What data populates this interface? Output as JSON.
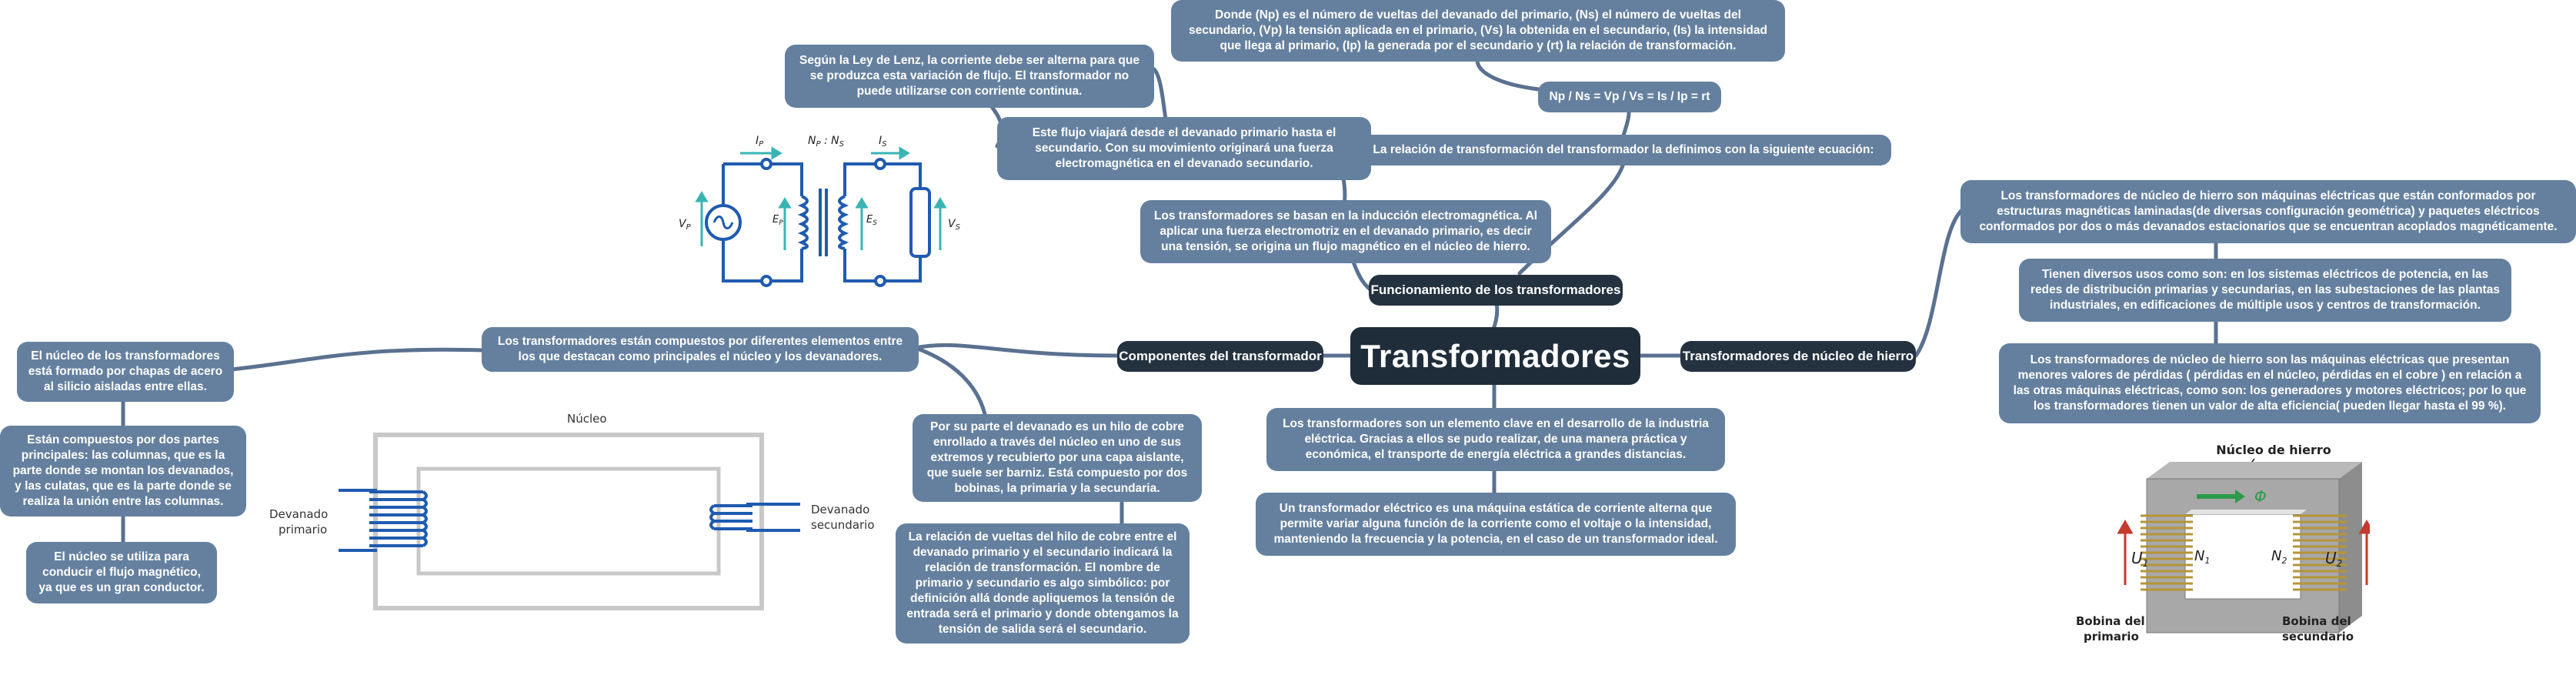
{
  "central": {
    "title": "Transformadores"
  },
  "branches": {
    "funcionamiento": "Funcionamiento de los transformadores",
    "componentes": "Componentes del transformador",
    "nucleo_hierro": "Transformadores de núcleo de hierro"
  },
  "topics": {
    "lenz": "Según la Ley de Lenz, la corriente debe ser alterna para que se produzca esta variación de flujo. El transformador no puede utilizarse con corriente continua.",
    "donde": "Donde (Np) es el número de vueltas del devanado del primario, (Ns) el número de vueltas del secundario, (Vp) la tensión aplicada en el primario, (Vs) la obtenida en el secundario, (Is) la intensidad que llega al primario, (Ip) la generada por el secundario y (rt) la relación de transformación.",
    "ecuacion": "Np / Ns = Vp / Vs = Is / Ip = rt",
    "flujo": "Este flujo viajará desde el devanado primario hasta el secundario. Con su movimiento originará una fuerza electromagnética en el devanado secundario.",
    "relacion": "La relación de transformación del transformador la definimos con la siguiente ecuación:",
    "induccion": "Los transformadores se basan en la inducción electromagnética. Al aplicar una fuerza electromotriz en el devanado primario, es decir una tensión, se origina un flujo magnético en el núcleo de hierro.",
    "compuestos": "Los transformadores están compuestos por diferentes elementos entre los que destacan como principales el núcleo y los devanadores.",
    "nucleo_chapas": "El núcleo de los transformadores está formado por chapas de acero al silicio aisladas entre ellas.",
    "partes": "Están compuestos por dos partes principales: las columnas, que es la parte donde se montan los devanados, y las culatas, que es la parte donde se realiza la unión entre las columnas.",
    "flujo_magnetico": "El núcleo se utiliza para conducir el flujo magnético, ya que es un gran conductor.",
    "devanado": "Por su parte el devanado es un hilo de cobre enrollado a través del núcleo en uno de sus extremos y recubierto por una capa aislante, que suele ser barniz. Está compuesto por dos bobinas, la primaria y la secundaria.",
    "relacion_vueltas": "La relación de vueltas del hilo de cobre entre el devanado primario y el secundario indicará la relación de transformación. El nombre de primario y secundario es algo simbólico: por definición allá donde apliquemos la tensión de entrada será el primario y donde obtengamos la tensión de salida será el secundario.",
    "elemento_clave": "Los transformadores son un elemento clave en el desarrollo de la industria eléctrica. Gracias a ellos se pudo realizar, de una manera práctica y económica, el transporte de energía eléctrica a grandes distancias.",
    "maquina_estatica": "Un transformador eléctrico es una máquina estática de corriente alterna que permite variar alguna función de la corriente como el voltaje o la intensidad, manteniendo la frecuencia y la potencia, en el caso de un transformador ideal.",
    "hierro_def": "Los transformadores de núcleo de hierro son máquinas eléctricas que están conformados por estructuras magnéticas laminadas(de diversas configuración geométrica) y paquetes eléctricos conformados por dos o más devanados estacionarios que se encuentran acoplados magnéticamente.",
    "usos": "Tienen diversos usos como son: en los sistemas eléctricos de potencia, en las redes de distribución primarias y secundarias, en las subestaciones de las plantas industriales, en edificaciones de múltiple usos y centros de transformación.",
    "perdidas": "Los transformadores de núcleo de hierro son las máquinas eléctricas que presentan menores valores de pérdidas ( pérdidas en el núcleo, pérdidas en el cobre ) en relación a las otras máquinas eléctricas, como son: los generadores y motores eléctricos; por lo que los transformadores tienen un valor de alta eficiencia( pueden llegar hasta el 99 %)."
  },
  "figures": {
    "circuit": {
      "ip": "I",
      "ip_sub": "P",
      "ratio": "N",
      "ratio_p": "P",
      "ratio_sep": " : N",
      "ratio_s": "S",
      "is": "I",
      "is_sub": "S",
      "vp": "V",
      "vp_sub": "P",
      "ep": "E",
      "ep_sub": "P",
      "es": "E",
      "es_sub": "S",
      "vs": "V",
      "vs_sub": "S"
    },
    "core": {
      "title": "Núcleo",
      "primary_1": "Devanado",
      "primary_2": "primario",
      "secondary_1": "Devanado",
      "secondary_2": "secundario"
    },
    "iron": {
      "title": "Núcleo de hierro",
      "phi": "Φ",
      "n1": "N",
      "n1_sub": "1",
      "n2": "N",
      "n2_sub": "2",
      "u1": "U",
      "u1_sub": "1",
      "u2": "U",
      "u2_sub": "2",
      "bob1_1": "Bobina del",
      "bob1_2": "primario",
      "bob2_1": "Bobina del",
      "bob2_2": "secundario"
    }
  },
  "colors": {
    "central": "#1f2d3b",
    "branch": "#243240",
    "topic": "#65809f",
    "line": "#5a7190",
    "circuit": "#1f5bb0",
    "accent": "#3bb3b3"
  }
}
